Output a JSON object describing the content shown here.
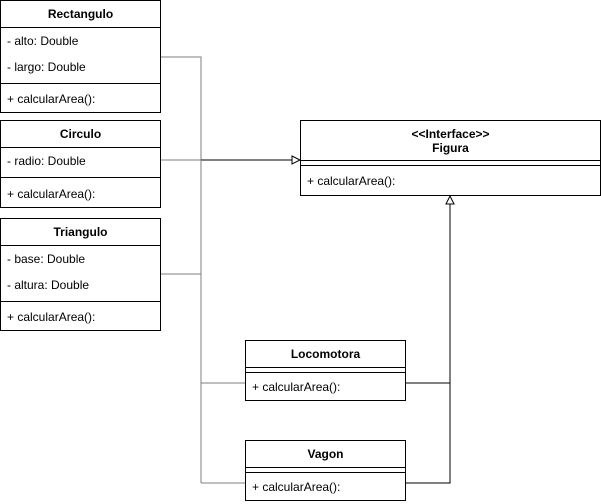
{
  "classes": {
    "rectangulo": {
      "name": "Rectangulo",
      "attributes": [
        "- alto: Double",
        "- largo: Double"
      ],
      "methods": [
        "+ calcularArea():"
      ]
    },
    "circulo": {
      "name": "Circulo",
      "attributes": [
        "- radio: Double"
      ],
      "methods": [
        "+ calcularArea():"
      ]
    },
    "triangulo": {
      "name": "Triangulo",
      "attributes": [
        "- base: Double",
        "- altura: Double"
      ],
      "methods": [
        "+ calcularArea():"
      ]
    },
    "figura": {
      "stereotype": "<<Interface>>",
      "name": "Figura",
      "methods": [
        "+ calcularArea():"
      ]
    },
    "locomotora": {
      "name": "Locomotora",
      "methods": [
        "+ calcularArea():"
      ]
    },
    "vagon": {
      "name": "Vagon",
      "methods": [
        "+ calcularArea():"
      ]
    }
  },
  "colors": {
    "border": "#000000",
    "connector": "#7f7f7f",
    "background": "#ffffff"
  }
}
